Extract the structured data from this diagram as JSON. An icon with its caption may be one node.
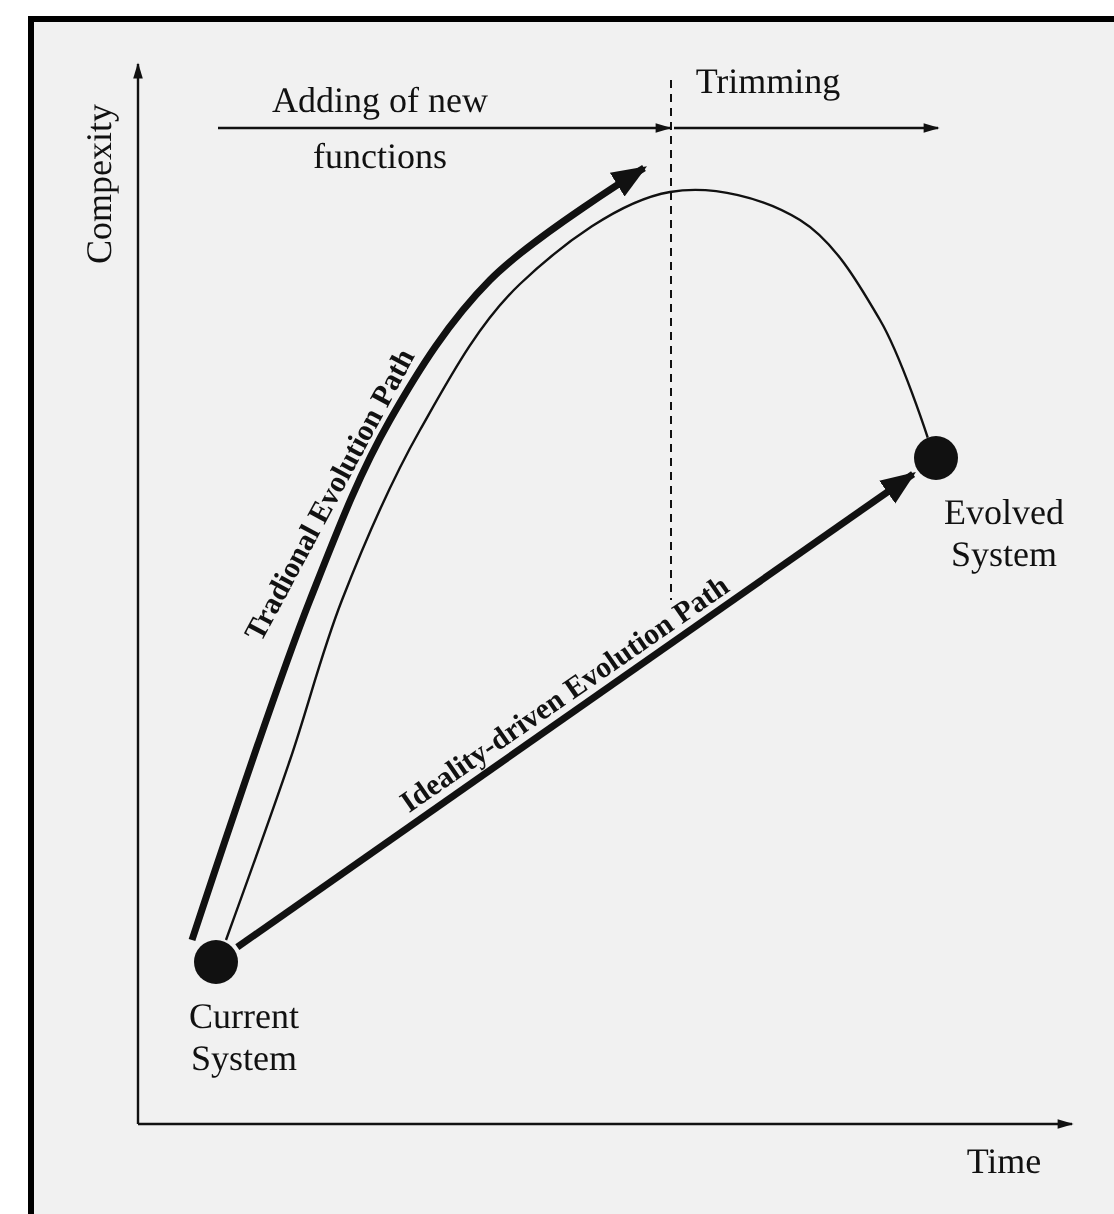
{
  "diagram": {
    "nodes": [
      {
        "text": [
          "Current System"
        ]
      },
      {
        "text": [
          "Evolved System"
        ]
      }
    ],
    "edges": [
      {
        "from": 0,
        "to": 1,
        "arrow": "none"
      },
      {
        "from": 0,
        "to": null,
        "arrow": "to",
        "label": "Tradional Evolution Path"
      },
      {
        "from": 0,
        "to": 1,
        "arrow": "to",
        "label": "Ideality-driven Evolution Path"
      }
    ],
    "labels": [
      "Compexity",
      "Adding of new functions",
      "Trimming",
      "Time"
    ]
  }
}
